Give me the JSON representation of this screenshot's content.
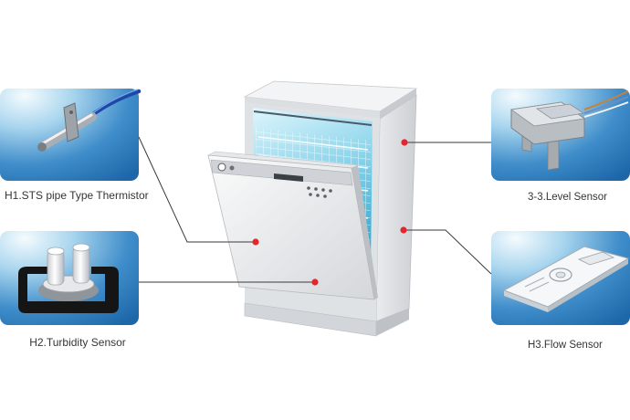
{
  "sensors": {
    "h1_thermistor": {
      "label": "H1.STS pipe Type Thermistor"
    },
    "h2_turbidity": {
      "label": "H2.Turbidity Sensor"
    },
    "level": {
      "label": "3-3.Level Sensor"
    },
    "h3_flow": {
      "label": "H3.Flow Sensor"
    }
  },
  "colors": {
    "callout_dot": "#e3262e",
    "callout_line": "#3a3a3a",
    "card_blue": "#1d67a8"
  },
  "icons": {
    "center": "dishwasher-illustration",
    "h1_thermistor": "thermistor-icon",
    "h2_turbidity": "turbidity-sensor-icon",
    "level": "level-sensor-icon",
    "h3_flow": "flow-sensor-icon"
  }
}
